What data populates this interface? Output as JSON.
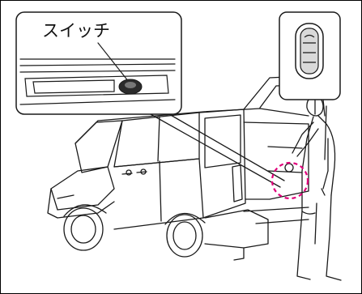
{
  "diagram": {
    "switch_label": "スイッチ",
    "colors": {
      "line": "#1a1a1a",
      "inset_fill": "#ffffff",
      "panel_fill": "#d9d9d9",
      "highlight": "#e0007a"
    },
    "elements": [
      {
        "name": "tailgate-switch-inset",
        "icon": "switch-closeup"
      },
      {
        "name": "smart-key-inset",
        "icon": "key-fob-icon"
      },
      {
        "name": "minivan-illustration",
        "icon": "minivan-rear-three-quarter"
      },
      {
        "name": "person-illustration",
        "icon": "person-standing"
      },
      {
        "name": "switch-highlight-circle",
        "icon": "dashed-circle"
      }
    ]
  }
}
